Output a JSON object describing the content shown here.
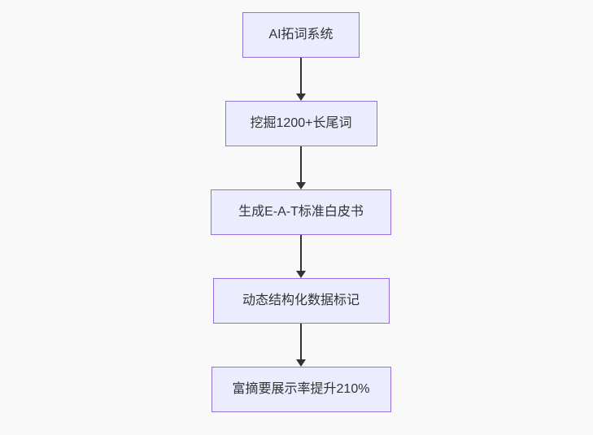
{
  "flowchart": {
    "direction": "top-down",
    "nodes": [
      {
        "label": "AI拓词系统"
      },
      {
        "label": "挖掘1200+长尾词"
      },
      {
        "label": "生成E-A-T标准白皮书"
      },
      {
        "label": "动态结构化数据标记"
      },
      {
        "label": "富摘要展示率提升210%"
      }
    ],
    "edges": [
      {
        "from": 0,
        "to": 1
      },
      {
        "from": 1,
        "to": 2
      },
      {
        "from": 2,
        "to": 3
      },
      {
        "from": 3,
        "to": 4
      }
    ],
    "colors": {
      "canvas_background": "#f9f9f9",
      "node_fill": "#ececff",
      "node_border": "#9370db",
      "node_text": "#333333",
      "arrow": "#333333"
    }
  }
}
